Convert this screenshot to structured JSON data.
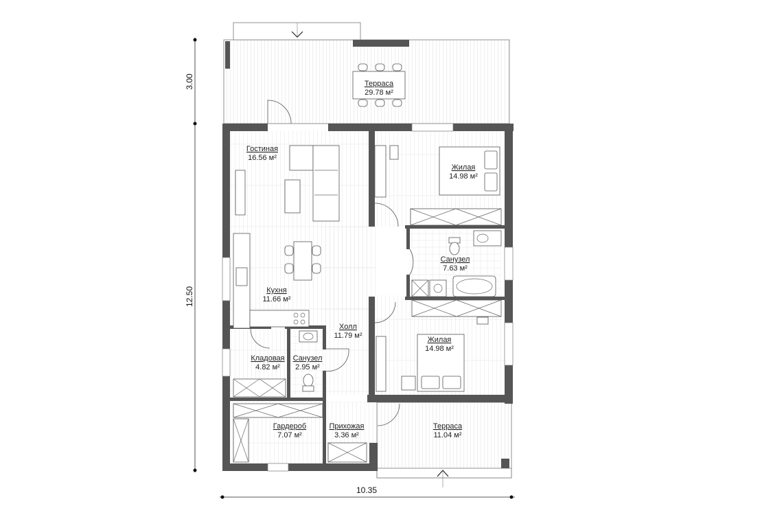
{
  "plan": {
    "colors": {
      "wall": "#555555",
      "floor_lines": "#d4d4d4",
      "deck_lines": "#c8c8c8",
      "furniture": "#ffffff"
    },
    "dimensions": {
      "terrace_depth": "3.00",
      "house_length": "12.50",
      "house_width": "10.35"
    },
    "rooms": [
      {
        "name": "Терраса",
        "area": "29.78 м²"
      },
      {
        "name": "Гостиная",
        "area": "16.56 м²"
      },
      {
        "name": "Жилая",
        "area": "14.98 м²"
      },
      {
        "name": "Санузел",
        "area": "7.63 м²"
      },
      {
        "name": "Кухня",
        "area": "11.66 м²"
      },
      {
        "name": "Холл",
        "area": "11.79 м²"
      },
      {
        "name": "Жилая",
        "area": "14.98 м²"
      },
      {
        "name": "Кладовая",
        "area": "4.82 м²"
      },
      {
        "name": "Санузел",
        "area": "2.95 м²"
      },
      {
        "name": "Гардероб",
        "area": "7.07 м²"
      },
      {
        "name": "Прихожая",
        "area": "3.36 м²"
      },
      {
        "name": "Терраса",
        "area": "11.04 м²"
      }
    ]
  }
}
